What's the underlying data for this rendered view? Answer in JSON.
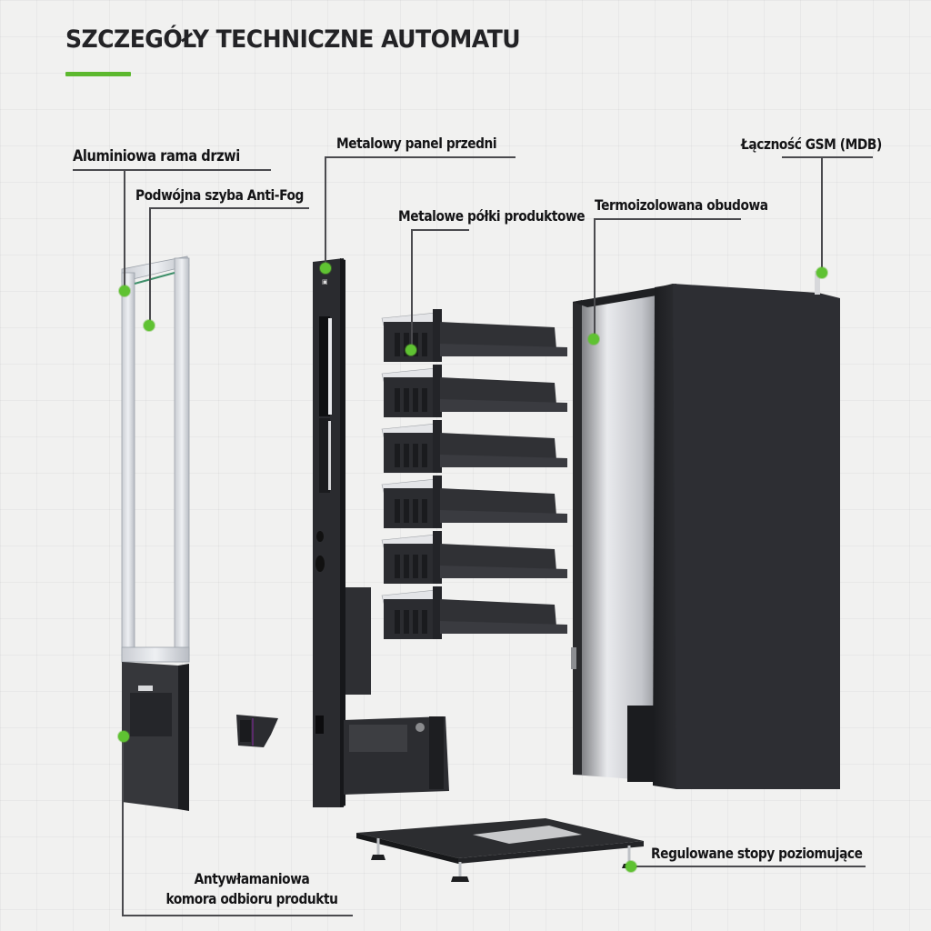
{
  "title": "SZCZEGÓŁY TECHNICZNE AUTOMATU",
  "accent_color": "#5cb82e",
  "callouts": [
    {
      "id": "door-frame",
      "label": "Aluminiowa rama drzwi"
    },
    {
      "id": "glass",
      "label": "Podwójna szyba Anti-Fog"
    },
    {
      "id": "front-panel",
      "label": "Metalowy panel przedni"
    },
    {
      "id": "shelves",
      "label": "Metalowe półki produktowe"
    },
    {
      "id": "housing",
      "label": "Termoizolowana obudowa"
    },
    {
      "id": "gsm",
      "label": "Łączność GSM (MDB)"
    },
    {
      "id": "feet",
      "label": "Regulowane stopy poziomujące"
    },
    {
      "id": "pickup",
      "label_line1": "Antywłamaniowa",
      "label_line2": "komora odbioru produktu"
    }
  ],
  "components": {
    "door": "aluminium-door-frame",
    "front_panel": "front-control-panel",
    "shelves_count": 6,
    "cabinet": "insulated-cabinet",
    "base": "levelling-base"
  }
}
